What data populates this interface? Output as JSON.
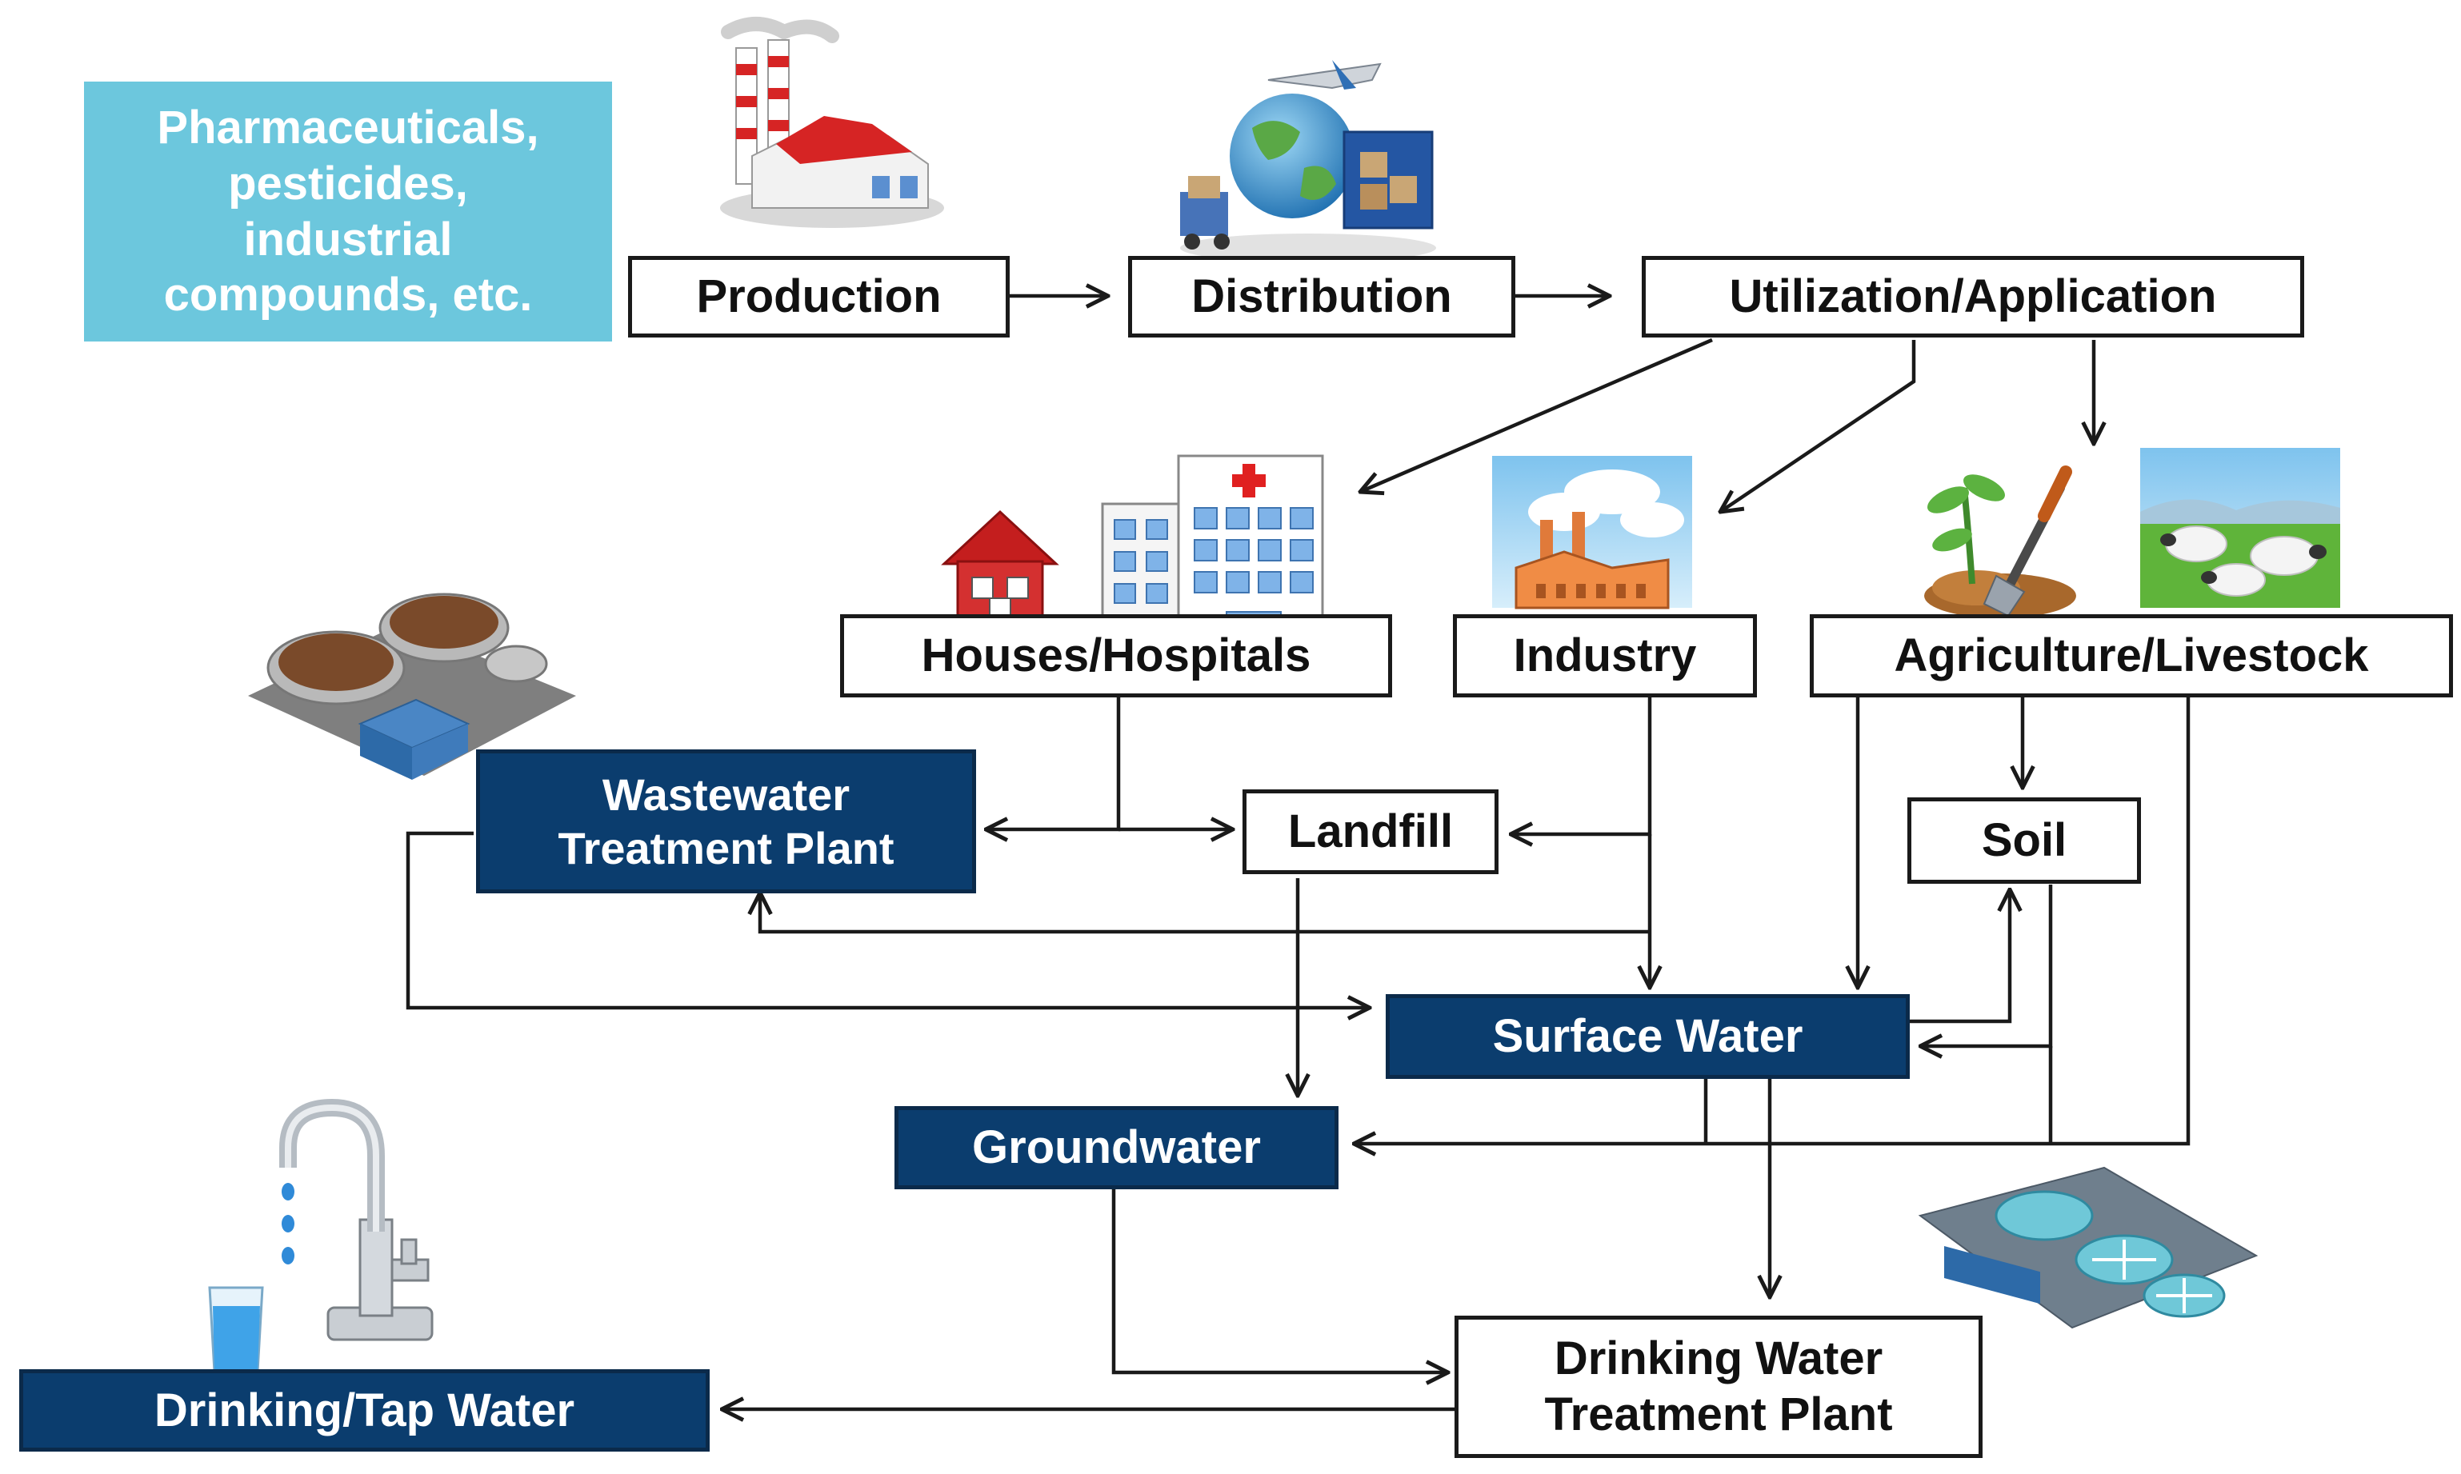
{
  "colors": {
    "navy": "#0b3d6e",
    "teal_box": "#6cc7dd",
    "arrow": "#1a1a1a"
  },
  "intro": {
    "text": "Pharmaceuticals,\npesticides,\nindustrial\ncompounds, etc."
  },
  "nodes": {
    "production": "Production",
    "distribution": "Distribution",
    "utilization": "Utilization/Application",
    "houses": "Houses/Hospitals",
    "industry": "Industry",
    "agriculture": "Agriculture/Livestock",
    "wwtp": "Wastewater\nTreatment Plant",
    "landfill": "Landfill",
    "soil": "Soil",
    "surface_water": "Surface Water",
    "groundwater": "Groundwater",
    "dwtp": "Drinking Water\nTreatment Plant",
    "tap_water": "Drinking/Tap Water"
  },
  "icons": [
    "factory-icon",
    "distribution-globe-icon",
    "house-icon",
    "hospital-icon",
    "industry-smokestack-icon",
    "plant-shovel-icon",
    "sheep-pasture-icon",
    "wastewater-plant-icon",
    "water-treatment-plant-icon",
    "faucet-glass-icon"
  ],
  "edges": [
    {
      "from": "Production",
      "to": "Distribution"
    },
    {
      "from": "Distribution",
      "to": "Utilization/Application"
    },
    {
      "from": "Utilization/Application",
      "to": "Houses/Hospitals"
    },
    {
      "from": "Utilization/Application",
      "to": "Industry"
    },
    {
      "from": "Utilization/Application",
      "to": "Agriculture/Livestock"
    },
    {
      "from": "Houses/Hospitals",
      "to": "Wastewater Treatment Plant"
    },
    {
      "from": "Houses/Hospitals",
      "to": "Landfill"
    },
    {
      "from": "Industry",
      "to": "Landfill"
    },
    {
      "from": "Industry",
      "to": "Surface Water"
    },
    {
      "from": "Industry",
      "to": "Wastewater Treatment Plant"
    },
    {
      "from": "Wastewater Treatment Plant",
      "to": "Surface Water"
    },
    {
      "from": "Landfill",
      "to": "Groundwater"
    },
    {
      "from": "Agriculture/Livestock",
      "to": "Soil"
    },
    {
      "from": "Agriculture/Livestock",
      "to": "Surface Water"
    },
    {
      "from": "Agriculture/Livestock",
      "to": "Groundwater"
    },
    {
      "from": "Surface Water",
      "to": "Soil"
    },
    {
      "from": "Soil",
      "to": "Surface Water"
    },
    {
      "from": "Soil",
      "to": "Groundwater"
    },
    {
      "from": "Surface Water",
      "to": "Groundwater"
    },
    {
      "from": "Surface Water",
      "to": "Drinking Water Treatment Plant"
    },
    {
      "from": "Groundwater",
      "to": "Drinking Water Treatment Plant"
    },
    {
      "from": "Drinking Water Treatment Plant",
      "to": "Drinking/Tap Water"
    }
  ]
}
